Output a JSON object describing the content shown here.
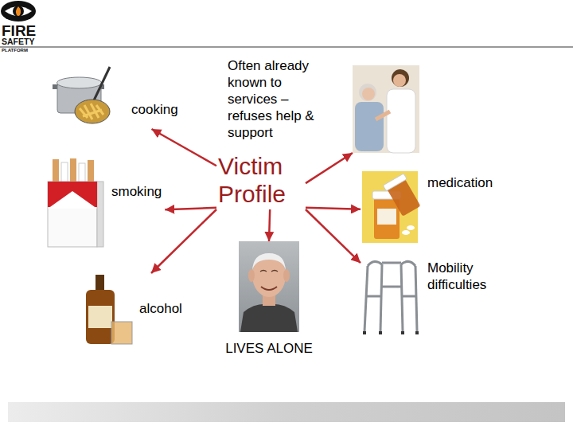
{
  "diagram": {
    "nodes": [
      {
        "text": [
          "cooking"
        ]
      },
      {
        "text": [
          "Often already known to services – refuses help & support"
        ]
      },
      {
        "text": [
          "Victim Profile"
        ]
      },
      {
        "text": [
          "smoking"
        ]
      },
      {
        "text": [
          "medication"
        ]
      },
      {
        "text": [
          "Mobility difficulties"
        ]
      },
      {
        "text": [
          "alcohol"
        ]
      },
      {
        "text": [
          "LIVES ALONE"
        ]
      }
    ],
    "edges": [
      {
        "from": 2,
        "to": 0,
        "arrow": "to"
      },
      {
        "from": 2,
        "to": 1,
        "arrow": "to"
      },
      {
        "from": 2,
        "to": 3,
        "arrow": "to"
      },
      {
        "from": 2,
        "to": 4,
        "arrow": "to"
      },
      {
        "from": 2,
        "to": 5,
        "arrow": "to"
      },
      {
        "from": 2,
        "to": 6,
        "arrow": "to"
      },
      {
        "from": 2,
        "to": 7,
        "arrow": "to"
      }
    ],
    "labels": [
      "FIRE",
      "SAFETY",
      "PLATFORM"
    ]
  }
}
